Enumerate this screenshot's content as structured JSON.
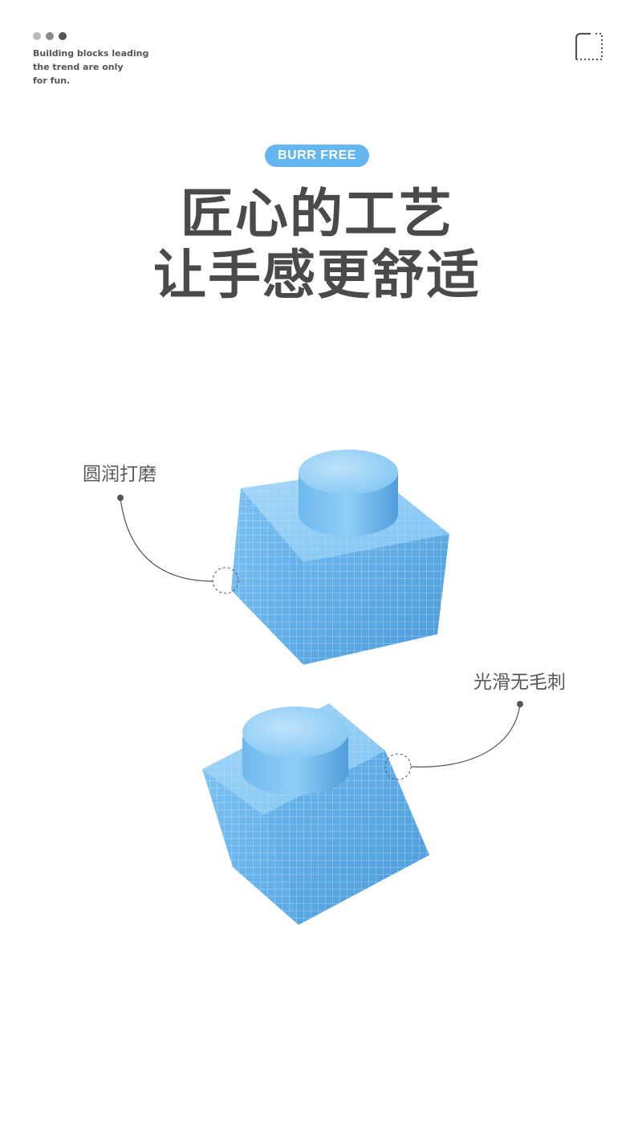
{
  "header": {
    "tagline": "Building blocks leading the trend are only for fun.",
    "tagline_lines": [
      "Building blocks leading",
      "the trend are only",
      "for fun."
    ]
  },
  "badge": {
    "label": "BURR FREE"
  },
  "headline": {
    "line1": "匠心的工艺",
    "line2": "让手感更舒适"
  },
  "callouts": [
    {
      "label": "圆润打磨"
    },
    {
      "label": "光滑无毛刺"
    }
  ],
  "colors": {
    "accent": "#63b6f0",
    "block_light": "#8ccaf5",
    "block_mid": "#6ab6ec",
    "block_dark": "#4e9fdc",
    "text": "#4a4a4a"
  },
  "icons": [
    "corner-frame-icon",
    "dots-indicator"
  ]
}
